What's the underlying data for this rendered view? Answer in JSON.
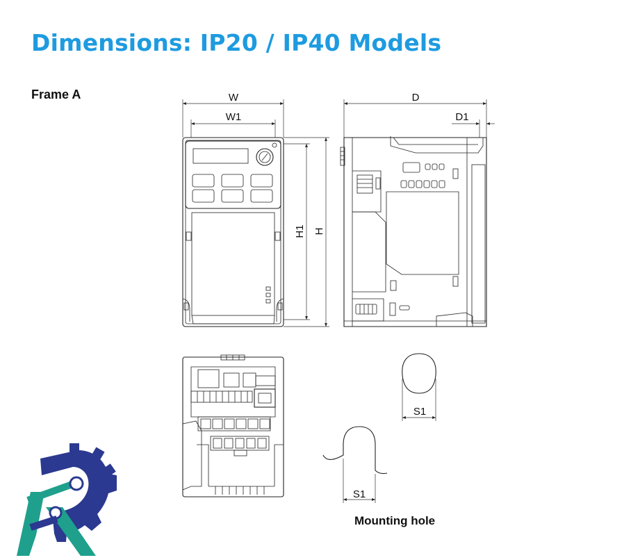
{
  "page": {
    "title": "Dimensions: IP20 / IP40 Models",
    "frame_label": "Frame A",
    "mounting_label": "Mounting hole"
  },
  "dimensions": {
    "w": "W",
    "w1": "W1",
    "d": "D",
    "d1": "D1",
    "h": "H",
    "h1": "H1",
    "s1_top": "S1",
    "s1_bottom": "S1"
  },
  "colors": {
    "title": "#1e9be0",
    "logo_navy": "#2b3990",
    "logo_teal": "#1ea08c"
  },
  "logo": {
    "icon": "gear-r-logo-icon"
  }
}
